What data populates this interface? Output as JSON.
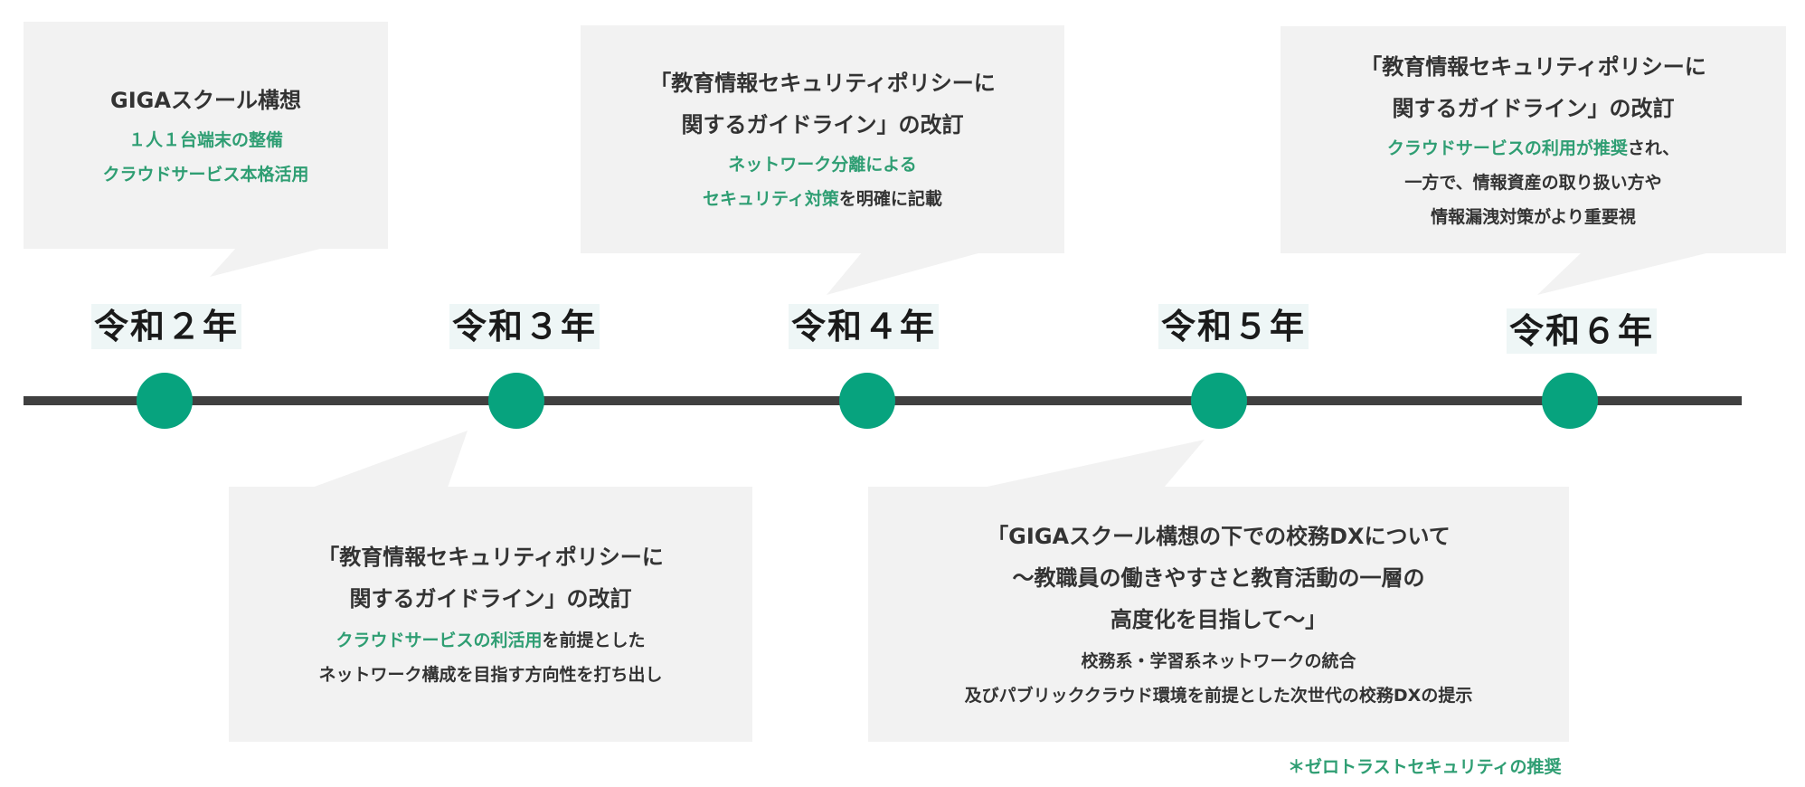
{
  "timeline": {
    "years": [
      "令和２年",
      "令和３年",
      "令和４年",
      "令和５年",
      "令和６年"
    ]
  },
  "events": {
    "r2": {
      "title": [
        "GIGAスクール構想"
      ],
      "body": [
        [
          {
            "text": "１人１台端末の整備",
            "color": "green"
          }
        ],
        [
          {
            "text": "クラウドサービス本格活用",
            "color": "green"
          }
        ]
      ]
    },
    "r3": {
      "title": [
        "「教育情報セキュリティポリシーに",
        "関するガイドライン」の改訂"
      ],
      "body": [
        [
          {
            "text": "クラウドサービスの利活用",
            "color": "green"
          },
          {
            "text": "を前提とした",
            "color": "dark"
          }
        ],
        [
          {
            "text": "ネットワーク構成を目指す方向性を打ち出し",
            "color": "dark"
          }
        ]
      ]
    },
    "r4": {
      "title": [
        "「教育情報セキュリティポリシーに",
        "関するガイドライン」の改訂"
      ],
      "body": [
        [
          {
            "text": "ネットワーク分離による",
            "color": "green"
          }
        ],
        [
          {
            "text": "セキュリティ対策",
            "color": "green"
          },
          {
            "text": "を明確に記載",
            "color": "dark"
          }
        ]
      ]
    },
    "r5": {
      "title": [
        "「GIGAスクール構想の下での校務DXについて",
        "～教職員の働きやすさと教育活動の一層の",
        "高度化を目指して～」"
      ],
      "body": [
        [
          {
            "text": "校務系・学習系ネットワークの統合",
            "color": "dark"
          }
        ],
        [
          {
            "text": "及びパブリッククラウド環境を前提とした次世代の校務DXの提示",
            "color": "dark"
          }
        ]
      ]
    },
    "r6": {
      "title": [
        "「教育情報セキュリティポリシーに",
        "関するガイドライン」の改訂"
      ],
      "body": [
        [
          {
            "text": "クラウドサービスの利用が推奨",
            "color": "green"
          },
          {
            "text": "され、",
            "color": "dark"
          }
        ],
        [
          {
            "text": "一方で、情報資産の取り扱い方や",
            "color": "dark"
          }
        ],
        [
          {
            "text": "情報漏洩対策がより重要視",
            "color": "dark"
          }
        ]
      ]
    }
  },
  "footnote": "＊ゼロトラストセキュリティの推奨",
  "colors": {
    "accent": "#07a37e",
    "accent_text": "#2f9e73",
    "axis": "#404040",
    "callout_bg": "#f2f2f2",
    "text": "#333333"
  }
}
